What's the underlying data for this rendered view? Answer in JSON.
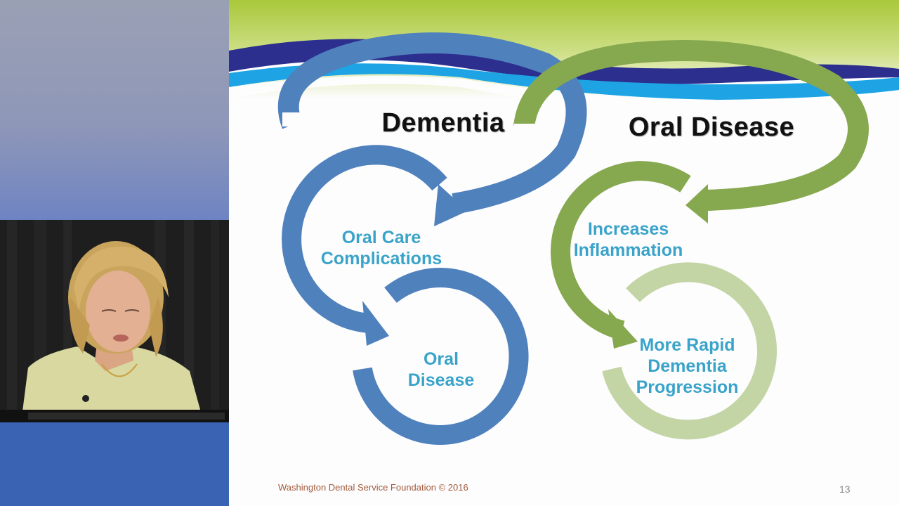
{
  "presenter": {
    "description_icon": "presenter-video"
  },
  "slide": {
    "title_left": "Dementia",
    "title_right": "Oral Disease",
    "nodes": {
      "oral_care": "Oral Care\nComplications",
      "oral_care_line1": "Oral Care",
      "oral_care_line2": "Complications",
      "oral_disease_line1": "Oral",
      "oral_disease_line2": "Disease",
      "inflammation_line1": "Increases",
      "inflammation_line2": "Inflammation",
      "rapid_line1": "More Rapid",
      "rapid_line2": "Dementia",
      "rapid_line3": "Progression"
    },
    "footer": "Washington Dental Service Foundation © 2016",
    "page_number": "13"
  },
  "colors": {
    "blue_arrow": "#4f81bd",
    "green_arrow": "#86a84f",
    "light_green": "#c3d4a5",
    "label_blue": "#3aa3c9",
    "banner_navy": "#2d2f8f",
    "banner_cyan": "#1ea4e4",
    "banner_green": "#a9c83a"
  }
}
